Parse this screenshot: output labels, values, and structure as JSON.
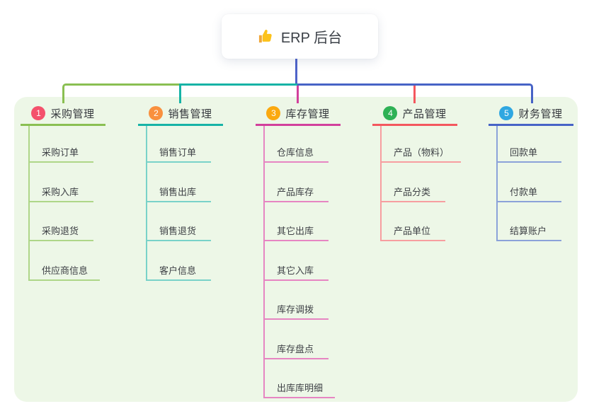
{
  "root": {
    "icon": "thumbs-up-icon",
    "label": "ERP 后台"
  },
  "canvas": {
    "background": "#ffffff",
    "panel_background": "#edf7e7"
  },
  "connectors": {
    "root_line_color": "#4e63c9"
  },
  "branches": [
    {
      "badge": "1",
      "label": "采购管理",
      "badge_color": "#f4516c",
      "line_color": "#8abf52",
      "child_line_color": "#aed688",
      "children": [
        "采购订单",
        "采购入库",
        "采购退货",
        "供应商信息"
      ]
    },
    {
      "badge": "2",
      "label": "销售管理",
      "badge_color": "#f9903e",
      "line_color": "#17b3a6",
      "child_line_color": "#79d2c9",
      "children": [
        "销售订单",
        "销售出库",
        "销售退货",
        "客户信息"
      ]
    },
    {
      "badge": "3",
      "label": "库存管理",
      "badge_color": "#fba90f",
      "line_color": "#d2409c",
      "child_line_color": "#e685c2",
      "children": [
        "仓库信息",
        "产品库存",
        "其它出库",
        "其它入库",
        "库存调拨",
        "库存盘点",
        "出库库明细"
      ]
    },
    {
      "badge": "4",
      "label": "产品管理",
      "badge_color": "#2eb155",
      "line_color": "#f4575e",
      "child_line_color": "#f79ea0",
      "children": [
        "产品（物料）",
        "产品分类",
        "产品单位"
      ]
    },
    {
      "badge": "5",
      "label": "财务管理",
      "badge_color": "#2fa7e1",
      "line_color": "#4763c6",
      "child_line_color": "#8ba2d9",
      "children": [
        "回款单",
        "付款单",
        "结算账户"
      ]
    }
  ]
}
